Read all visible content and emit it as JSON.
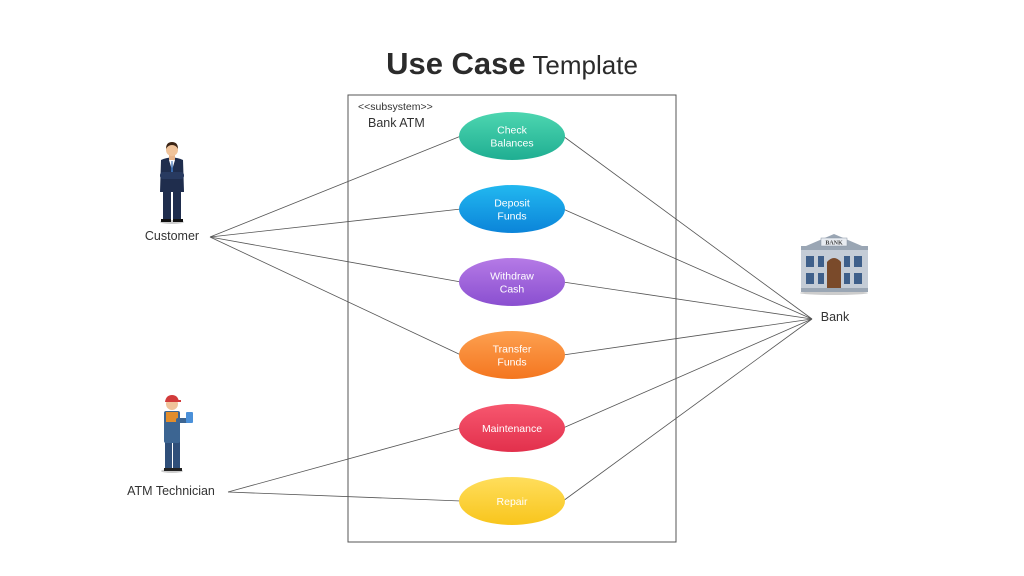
{
  "title": {
    "bold": "Use Case",
    "light": "Template"
  },
  "subsystem": {
    "stereotype": "<<subsystem>>",
    "name": "Bank ATM"
  },
  "actors": {
    "customer": {
      "label": "Customer"
    },
    "technician": {
      "label": "ATM Technician"
    },
    "bank": {
      "label": "Bank",
      "sign": "BANK"
    }
  },
  "use_cases": [
    {
      "id": "check",
      "lines": [
        "Check",
        "Balances"
      ],
      "color_top": "#4dd6b0",
      "color_bottom": "#1fae92"
    },
    {
      "id": "deposit",
      "lines": [
        "Deposit",
        "Funds"
      ],
      "color_top": "#22b8f0",
      "color_bottom": "#0b84d9"
    },
    {
      "id": "withdraw",
      "lines": [
        "Withdraw",
        "Cash"
      ],
      "color_top": "#b57ae6",
      "color_bottom": "#8a4fd0"
    },
    {
      "id": "transfer",
      "lines": [
        "Transfer",
        "Funds"
      ],
      "color_top": "#fda050",
      "color_bottom": "#f4761f"
    },
    {
      "id": "maintenance",
      "lines": [
        "Maintenance"
      ],
      "color_top": "#f7576f",
      "color_bottom": "#e2304c"
    },
    {
      "id": "repair",
      "lines": [
        "Repair"
      ],
      "color_top": "#ffde5c",
      "color_bottom": "#f8c51c"
    }
  ],
  "associations": [
    [
      "customer",
      "check"
    ],
    [
      "customer",
      "deposit"
    ],
    [
      "customer",
      "withdraw"
    ],
    [
      "customer",
      "transfer"
    ],
    [
      "technician",
      "maintenance"
    ],
    [
      "technician",
      "repair"
    ],
    [
      "bank",
      "check"
    ],
    [
      "bank",
      "deposit"
    ],
    [
      "bank",
      "withdraw"
    ],
    [
      "bank",
      "transfer"
    ],
    [
      "bank",
      "maintenance"
    ],
    [
      "bank",
      "repair"
    ]
  ]
}
